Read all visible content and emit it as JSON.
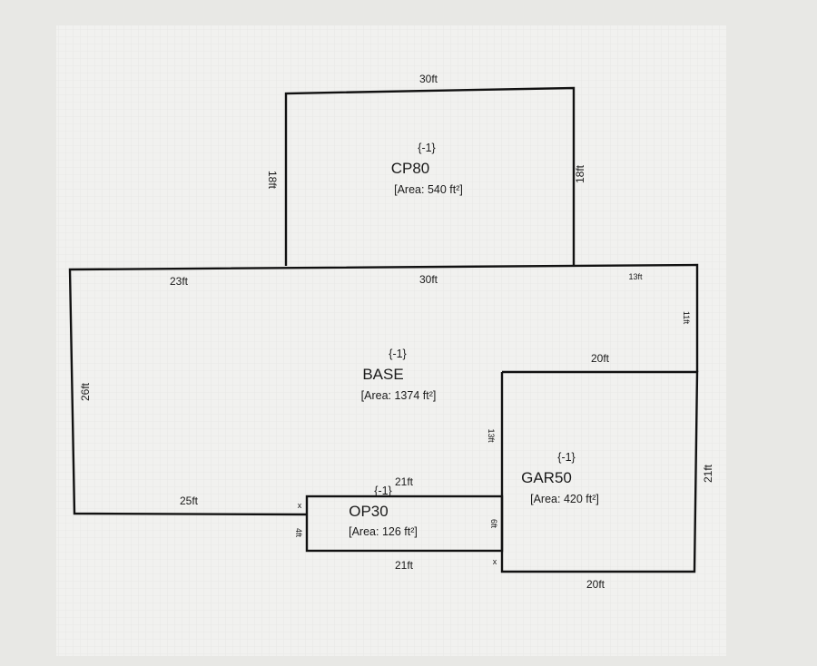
{
  "rooms": {
    "cp80": {
      "code": "{-1}",
      "name": "CP80",
      "area": "[Area: 540 ft²]",
      "top": "30ft",
      "left": "18ft",
      "right": "18ft"
    },
    "base": {
      "code": "{-1}",
      "name": "BASE",
      "area": "[Area: 1374 ft²]",
      "top_left": "23ft",
      "top_mid": "30ft",
      "top_right": "13ft",
      "right": "11ft",
      "left": "26ft",
      "bottom": "25ft",
      "inner": "13ft"
    },
    "op30": {
      "code": "{-1}",
      "name": "OP30",
      "area": "[Area: 126 ft²]",
      "top": "21ft",
      "bottom": "21ft",
      "left": "4ft",
      "right": "6ft",
      "mark_top": "x",
      "mark_bottom": "x"
    },
    "gar50": {
      "code": "{-1}",
      "name": "GAR50",
      "area": "[Area: 420 ft²]",
      "top": "20ft",
      "bottom": "20ft",
      "right": "21ft"
    }
  }
}
